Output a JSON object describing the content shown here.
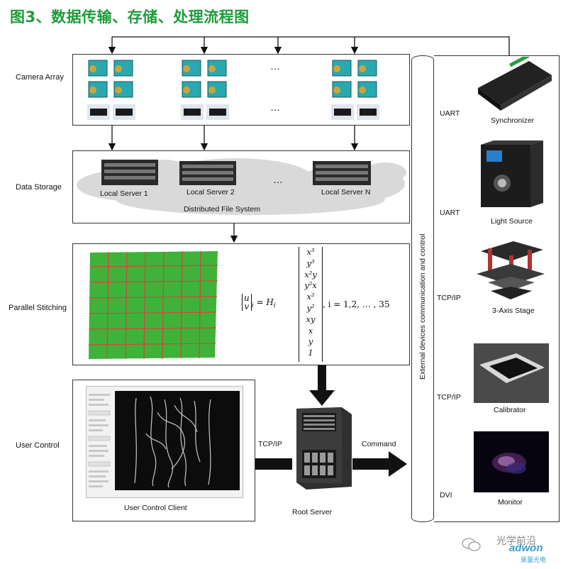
{
  "title": "图3、数据传输、存储、处理流程图",
  "rows": {
    "camera_array": "Camera Array",
    "data_storage": "Data Storage",
    "parallel_stitching": "Parallel Stitching",
    "user_control": "User Control"
  },
  "storage": {
    "server1": "Local Server 1",
    "server2": "Local Server 2",
    "serverN": "Local Server N",
    "dfs": "Distributed File System",
    "dots": "…"
  },
  "camera_dots": "…",
  "equation": {
    "lhs_u": "u",
    "lhs_v": "v",
    "lhs_sub": "i",
    "eq": "= H",
    "h_sub": "i",
    "terms": [
      "x³",
      "y³",
      "x²y",
      "y²x",
      "x²",
      "y²",
      "xy",
      "x",
      "y",
      "1"
    ],
    "range": ", i = 1,2, … , 35"
  },
  "bus_label": "External devices  communication and control",
  "devices": [
    {
      "name": "Synchronizer",
      "link": "UART"
    },
    {
      "name": "Light Source",
      "link": "UART"
    },
    {
      "name": "3-Axis Stage",
      "link": "TCP/IP"
    },
    {
      "name": "Calibrator",
      "link": "TCP/IP"
    },
    {
      "name": "Monitor",
      "link": "DVI"
    }
  ],
  "client": {
    "label": "User Control Client"
  },
  "root": {
    "label": "Root Server",
    "left_link": "TCP/IP",
    "right_link": "Command"
  },
  "watermark": {
    "text1": "光学前沿",
    "text2": "adwon",
    "text3": "昊量光电"
  },
  "colors": {
    "title": "#1f9b3a",
    "stitch_green": "#3fb23a",
    "stitch_grid": "#d8423a"
  }
}
